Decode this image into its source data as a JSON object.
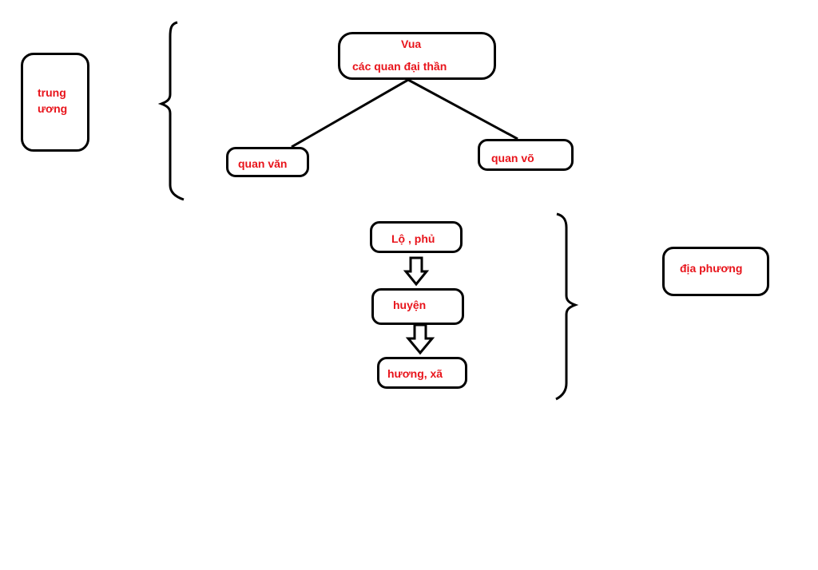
{
  "colors": {
    "text": "#e8141b",
    "stroke": "#000000",
    "background": "#ffffff"
  },
  "central": {
    "group_label_line1": "trung",
    "group_label_line2": "ương",
    "top_line1": "Vua",
    "top_line2": "các quan đại thần",
    "left_child": "quan văn",
    "right_child": "quan võ"
  },
  "local": {
    "group_label": "địa phương",
    "level1": "Lộ , phủ",
    "level2": "huyện",
    "level3": "hương, xã"
  }
}
